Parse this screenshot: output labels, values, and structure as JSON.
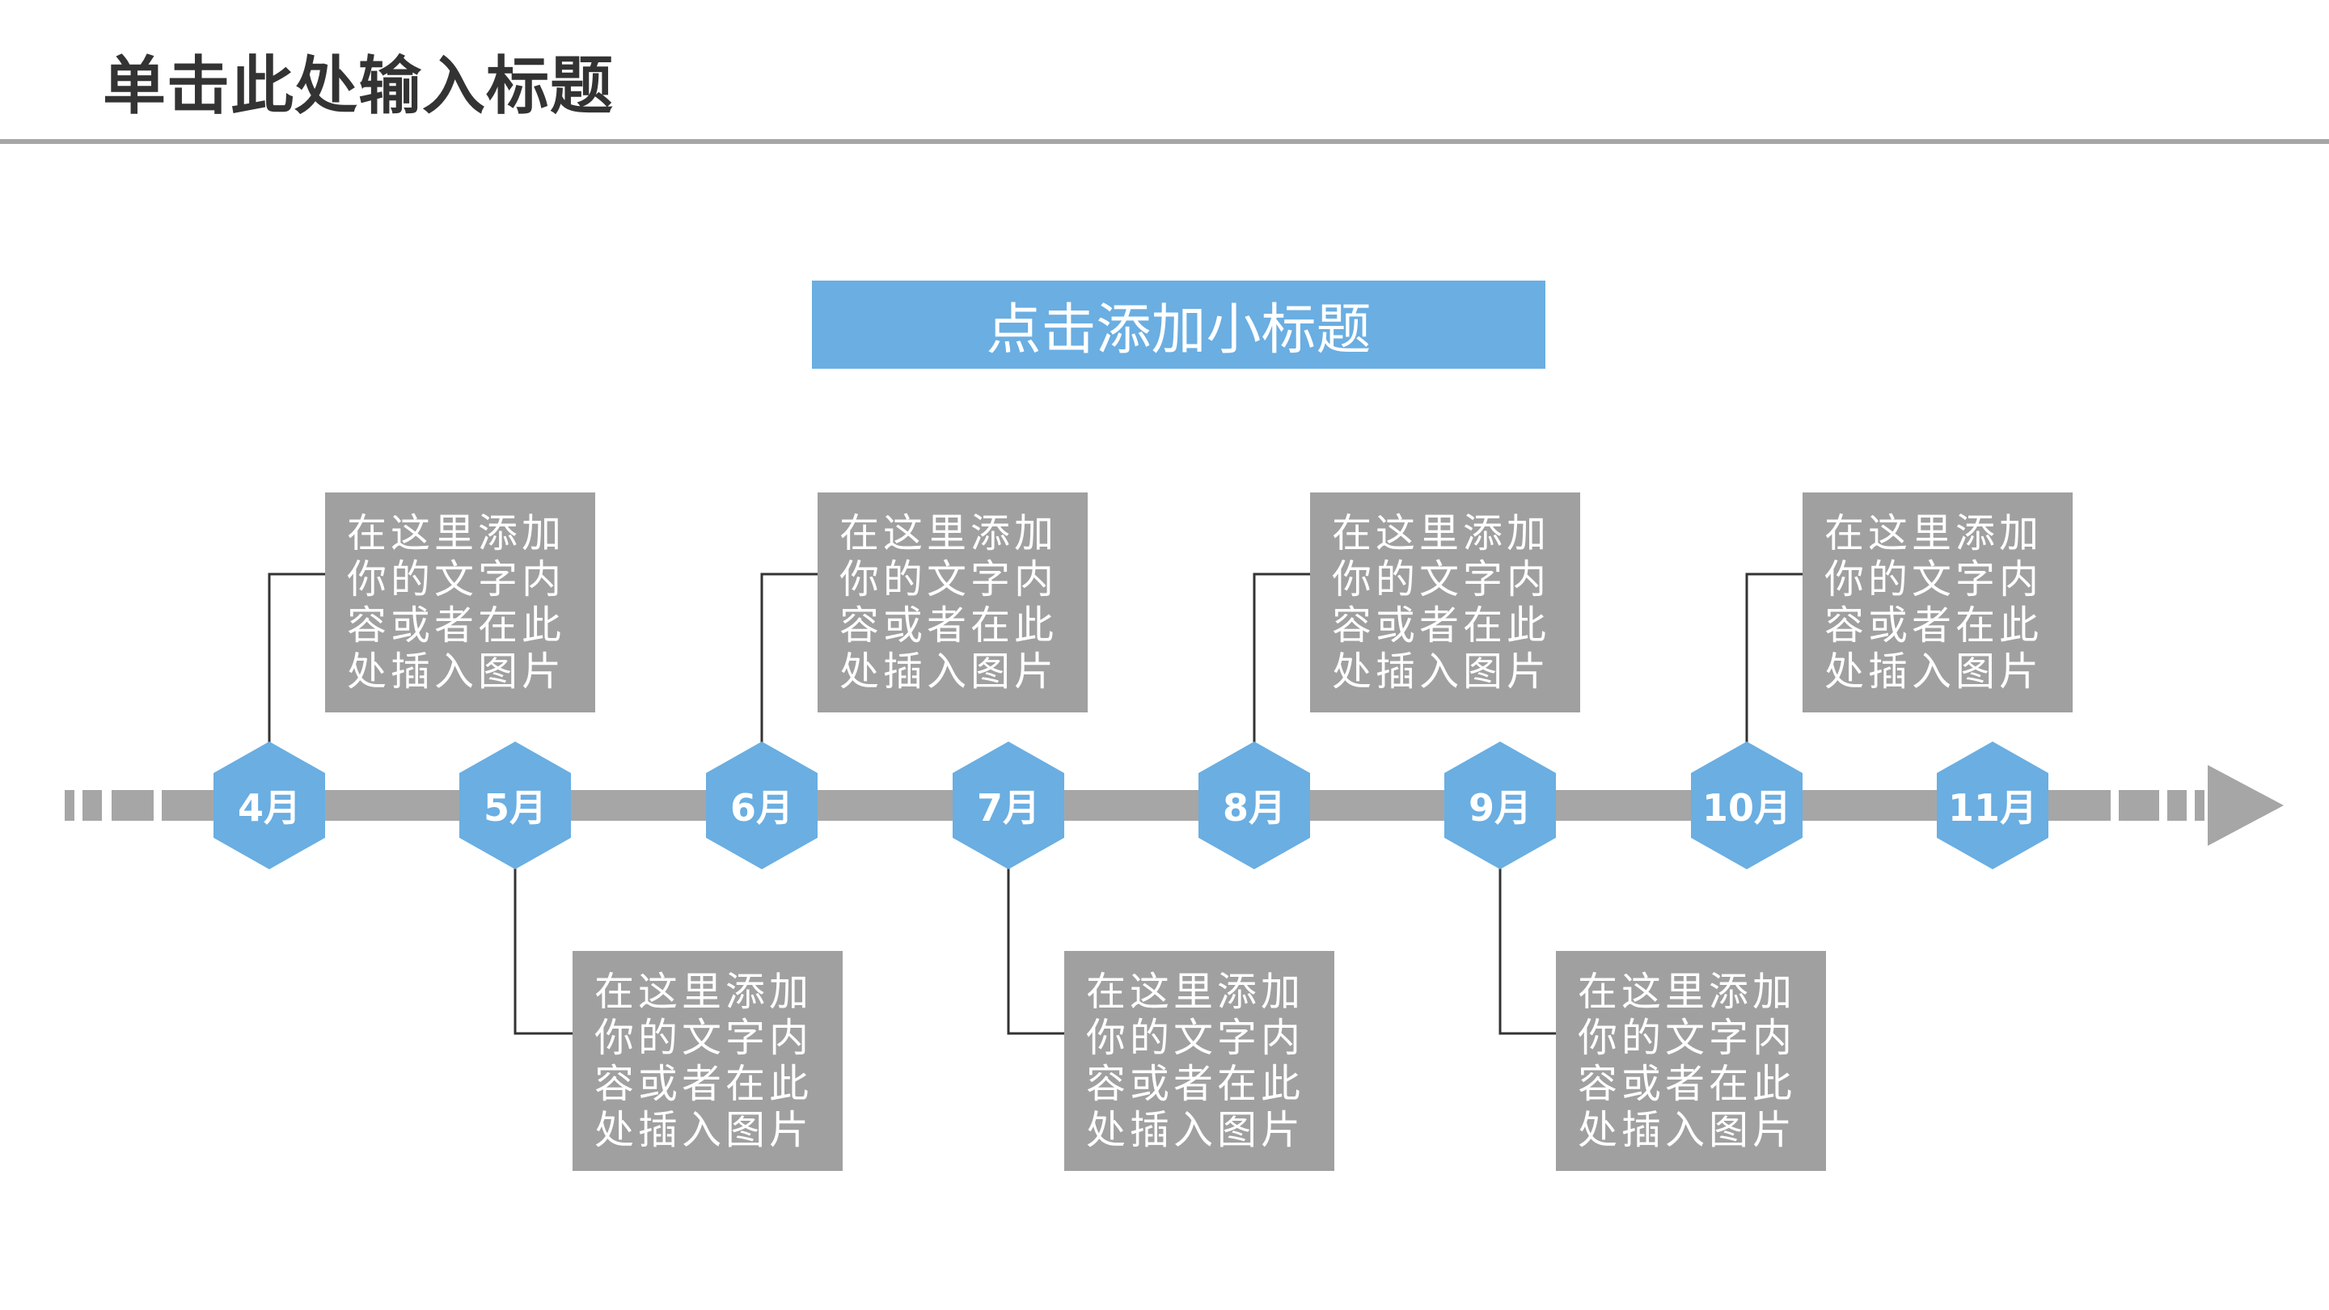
{
  "header": {
    "title": "单击此处输入标题"
  },
  "subtitle": {
    "label": "点击添加小标题"
  },
  "timeline": {
    "milestones": [
      {
        "label": "4月",
        "card_text": "在这里添加你的文字内容或者在此处插入图片",
        "card_position": "above"
      },
      {
        "label": "5月",
        "card_text": "在这里添加你的文字内容或者在此处插入图片",
        "card_position": "below"
      },
      {
        "label": "6月",
        "card_text": "在这里添加你的文字内容或者在此处插入图片",
        "card_position": "above"
      },
      {
        "label": "7月",
        "card_text": "在这里添加你的文字内容或者在此处插入图片",
        "card_position": "below"
      },
      {
        "label": "8月",
        "card_text": "在这里添加你的文字内容或者在此处插入图片",
        "card_position": "above"
      },
      {
        "label": "9月",
        "card_text": "在这里添加你的文字内容或者在此处插入图片",
        "card_position": "below"
      },
      {
        "label": "10月",
        "card_text": "在这里添加你的文字内容或者在此处插入图片",
        "card_position": "above"
      },
      {
        "label": "11月",
        "card_text": "",
        "card_position": "none"
      }
    ]
  },
  "colors": {
    "accent_blue": "#6aaee2",
    "card_gray": "#a0a0a0",
    "timeline_gray": "#a6a6a6",
    "connector_dark": "#333333",
    "title_text": "#333333"
  }
}
